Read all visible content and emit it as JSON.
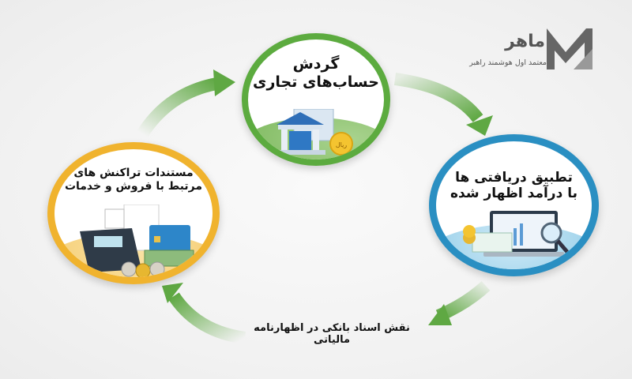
{
  "logo": {
    "brand": "ماهر",
    "tagline": "معتمد اول هوشمند راهبر",
    "color": "#555555"
  },
  "cycle": {
    "steps": [
      {
        "id": "top",
        "line1": "گردش",
        "line2": "حساب‌های تجاری",
        "icon": "bank-icon",
        "coin_label": "ریال",
        "ring_color": "#5cab3f"
      },
      {
        "id": "right",
        "line1": "تطبیق دریافتی ها",
        "line2": "با درآمد اظهار شده",
        "icon": "laptop-report-icon",
        "ring_color": "#2a8fc2"
      },
      {
        "id": "left",
        "line1": "مستندات تراکنش های",
        "line2": "مرتبط با فروش و خدمات",
        "icon": "pos-terminal-icon",
        "ring_color": "#f0b32e"
      }
    ],
    "caption": "نقش اسناد بانکی در اظهارنامه مالیاتی",
    "arrow_color": "#5fa843"
  }
}
